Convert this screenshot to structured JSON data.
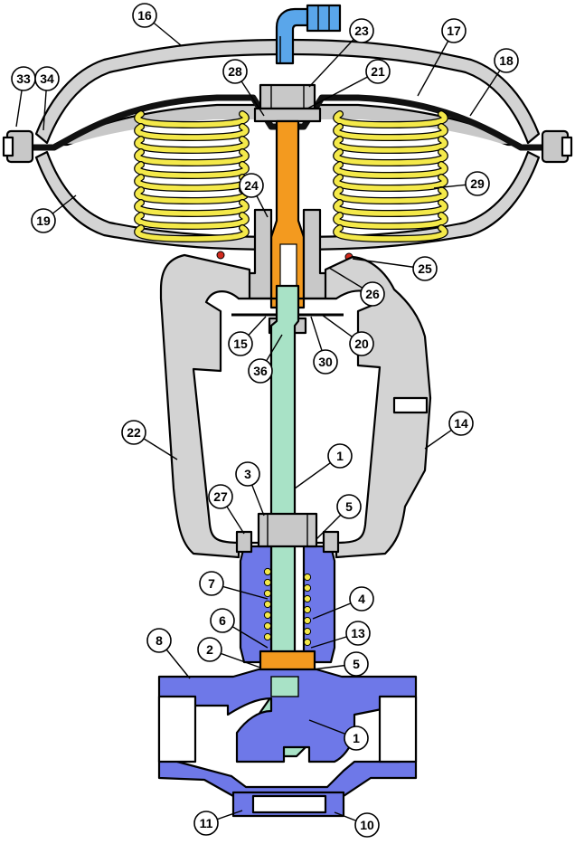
{
  "colors": {
    "housing": "#d3d3d3",
    "spring": "#f4e94a",
    "stem_orange": "#f39a1f",
    "valve_stem": "#a8e2c6",
    "valve_body": "#6e78e8",
    "fitting": "#5aa6ea",
    "diaphragm": "#111111",
    "seal_red": "#d22a1e",
    "outline": "#000000",
    "background": "#ffffff"
  },
  "callouts": [
    {
      "id": "16",
      "label": "16"
    },
    {
      "id": "23",
      "label": "23"
    },
    {
      "id": "17",
      "label": "17"
    },
    {
      "id": "18",
      "label": "18"
    },
    {
      "id": "33",
      "label": "33"
    },
    {
      "id": "34",
      "label": "34"
    },
    {
      "id": "28",
      "label": "28"
    },
    {
      "id": "21",
      "label": "21"
    },
    {
      "id": "24",
      "label": "24"
    },
    {
      "id": "29",
      "label": "29"
    },
    {
      "id": "19",
      "label": "19"
    },
    {
      "id": "25",
      "label": "25"
    },
    {
      "id": "26",
      "label": "26"
    },
    {
      "id": "15",
      "label": "15"
    },
    {
      "id": "20",
      "label": "20"
    },
    {
      "id": "36",
      "label": "36"
    },
    {
      "id": "30",
      "label": "30"
    },
    {
      "id": "22",
      "label": "22"
    },
    {
      "id": "14",
      "label": "14"
    },
    {
      "id": "1a",
      "label": "1"
    },
    {
      "id": "3",
      "label": "3"
    },
    {
      "id": "27",
      "label": "27"
    },
    {
      "id": "5a",
      "label": "5"
    },
    {
      "id": "7",
      "label": "7"
    },
    {
      "id": "4",
      "label": "4"
    },
    {
      "id": "6",
      "label": "6"
    },
    {
      "id": "13",
      "label": "13"
    },
    {
      "id": "8",
      "label": "8"
    },
    {
      "id": "2",
      "label": "2"
    },
    {
      "id": "5b",
      "label": "5"
    },
    {
      "id": "1b",
      "label": "1"
    },
    {
      "id": "11",
      "label": "11"
    },
    {
      "id": "10",
      "label": "10"
    }
  ]
}
